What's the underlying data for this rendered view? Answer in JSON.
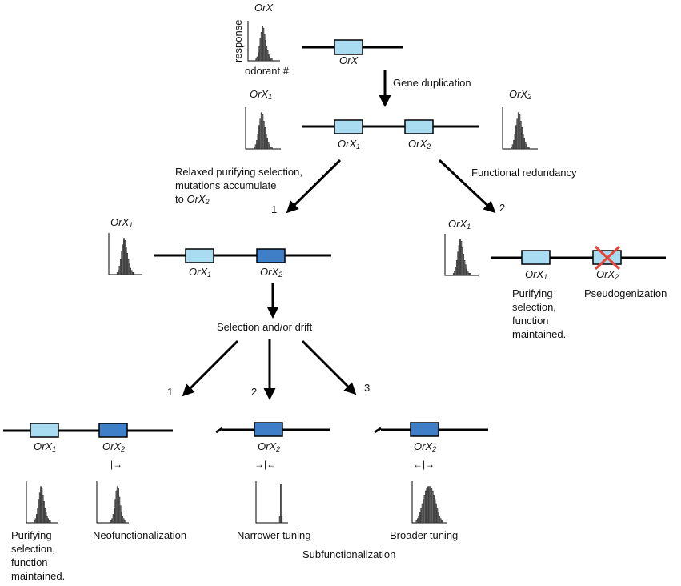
{
  "colors": {
    "light_gene": "#a9dcf0",
    "dark_gene": "#3f7fc8",
    "pseudogene_cross": "#e8463a",
    "line": "#000000"
  },
  "top": {
    "orx_title": "OrX",
    "ylabel": "response",
    "xlabel": "odorant #",
    "gene_label": "OrX"
  },
  "duplication": {
    "arrow_label": "Gene duplication",
    "hist1_title": "OrX1",
    "hist2_title": "OrX2",
    "gene1_label": "OrX1",
    "gene2_label": "OrX2"
  },
  "left_branch": {
    "label_line1": "Relaxed purifying selection,",
    "label_line2": "mutations accumulate",
    "label_line3_prefix": "to ",
    "label_line3_gene": "OrX2.",
    "number": "1",
    "hist_title": "OrX1",
    "gene1_label": "OrX1",
    "gene2_label": "OrX2",
    "selection_label": "Selection and/or drift"
  },
  "right_branch": {
    "label": "Functional redundancy",
    "number": "2",
    "hist_title": "OrX1",
    "gene1_label": "OrX1",
    "gene2_label": "OrX2",
    "outcome1_line1": "Purifying",
    "outcome1_line2": "selection,",
    "outcome1_line3": "function",
    "outcome1_line4": "maintained.",
    "outcome2": "Pseudogenization"
  },
  "bottom": {
    "num1": "1",
    "num2": "2",
    "num3": "3",
    "c1_gene1": "OrX1",
    "c1_gene2": "OrX2",
    "c1_shift": "|→",
    "c1_outcome_a_line1": "Purifying",
    "c1_outcome_a_line2": "selection,",
    "c1_outcome_a_line3": "function",
    "c1_outcome_a_line4": "maintained.",
    "c1_outcome_b": "Neofunctionalization",
    "c2_gene": "OrX2",
    "c2_shift": "→|←",
    "c2_outcome": "Narrower tuning",
    "c3_gene": "OrX2",
    "c3_shift": "←|→",
    "c3_outcome": "Broader tuning",
    "subfunctionalization": "Subfunctionalization"
  }
}
